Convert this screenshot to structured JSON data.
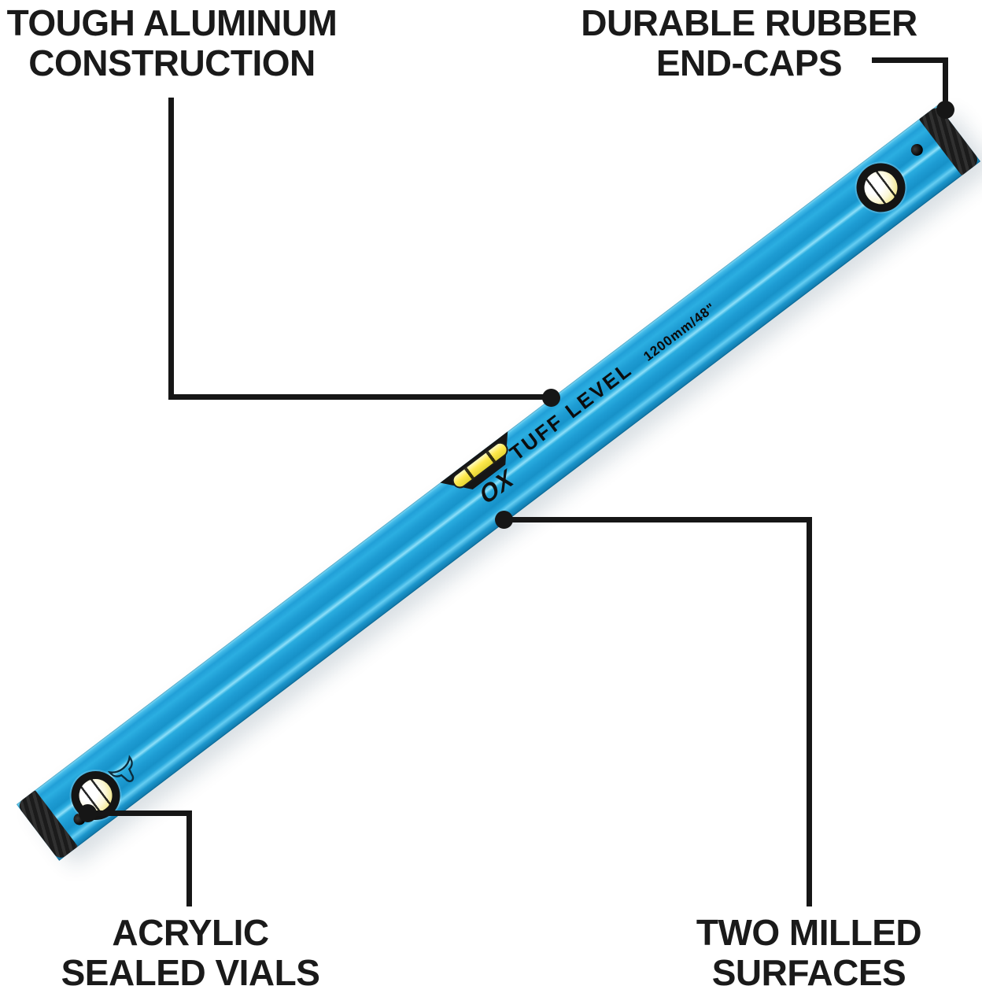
{
  "colors": {
    "line": "#161616",
    "text": "#1a1a1a",
    "level_blue": "#1fa0d8",
    "vial": "#ffe94e",
    "cap": "#1b1b1b"
  },
  "callouts": {
    "top_left": {
      "line1": "TOUGH ALUMINUM",
      "line2": "CONSTRUCTION"
    },
    "top_right": {
      "line1": "DURABLE RUBBER",
      "line2": "END-CAPS"
    },
    "bottom_left": {
      "line1": "ACRYLIC",
      "line2": "SEALED VIALS"
    },
    "bottom_right": {
      "line1": "TWO MILLED",
      "line2": "SURFACES"
    }
  },
  "level": {
    "brand": "OX",
    "model": "TUFF LEVEL",
    "size": "1200mm/48\""
  }
}
